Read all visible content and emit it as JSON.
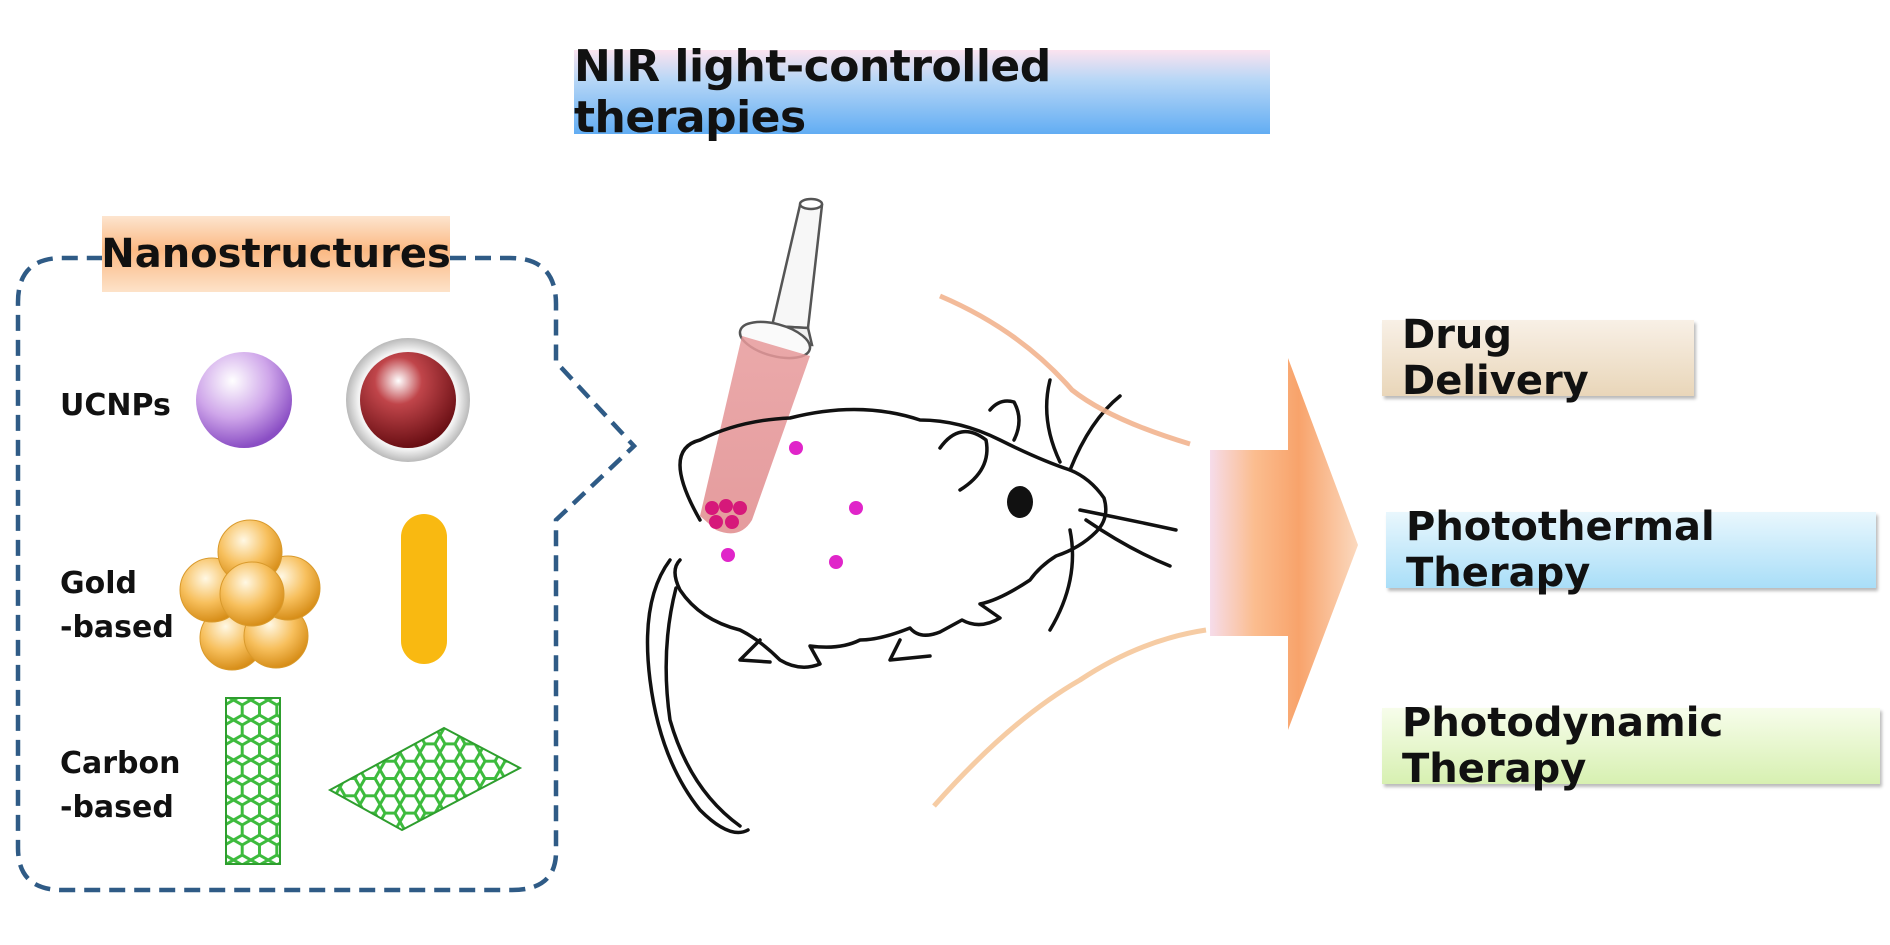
{
  "title": "NIR light-controlled therapies",
  "nanostructures": {
    "heading": "Nanostructures",
    "rows": [
      {
        "label": "UCNPs"
      },
      {
        "label": "Gold\n-based"
      },
      {
        "label": "Carbon\n-based"
      }
    ]
  },
  "therapies": [
    {
      "label": "Drug Delivery"
    },
    {
      "label": "Photothermal Therapy"
    },
    {
      "label": "Photodynamic Therapy"
    }
  ]
}
